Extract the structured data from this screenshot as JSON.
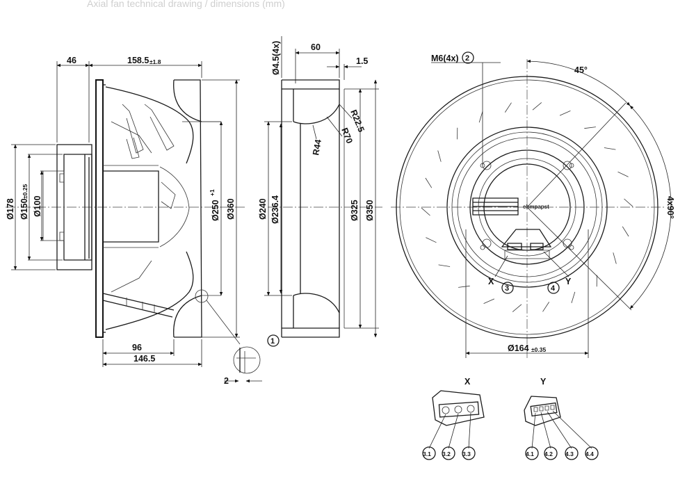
{
  "watermark": "Axial fan technical drawing / dimensions (mm)",
  "side_view": {
    "dims": {
      "d178": "Ø178",
      "d150": "Ø150",
      "d150_tol": "±0.25",
      "d100": "Ø100",
      "w46": "46",
      "w158": "158.5",
      "w158_tol": "±1.8",
      "d250": "Ø250",
      "d250_tol": "+1",
      "d360": "Ø360",
      "w96": "96",
      "w146": "146.5",
      "gap2": "2"
    },
    "callout_1": "1"
  },
  "inlet_ring": {
    "dims": {
      "holes": "Ø4.5(4x)",
      "w60": "60",
      "w15": "1.5",
      "r225": "R22.5",
      "r70": "R70",
      "r44": "R44",
      "d240": "Ø240",
      "d2364": "Ø236.4",
      "d325": "Ø325",
      "d350": "Ø350"
    }
  },
  "front_view": {
    "m6": "M6(4x)",
    "m6_callout": "2",
    "angle45": "45°",
    "angle4x90": "4x90°",
    "d164": "Ø164",
    "d164_tol": "±0.35",
    "x_label": "X",
    "y_label": "Y",
    "callout_3": "3",
    "callout_4": "4",
    "logo": "ebmpapst"
  },
  "connectors": {
    "x_title": "X",
    "y_title": "Y",
    "x_pins": [
      "3.1",
      "3.2",
      "3.3"
    ],
    "y_pins": [
      "4.1",
      "4.2",
      "4.3",
      "4.4"
    ]
  }
}
